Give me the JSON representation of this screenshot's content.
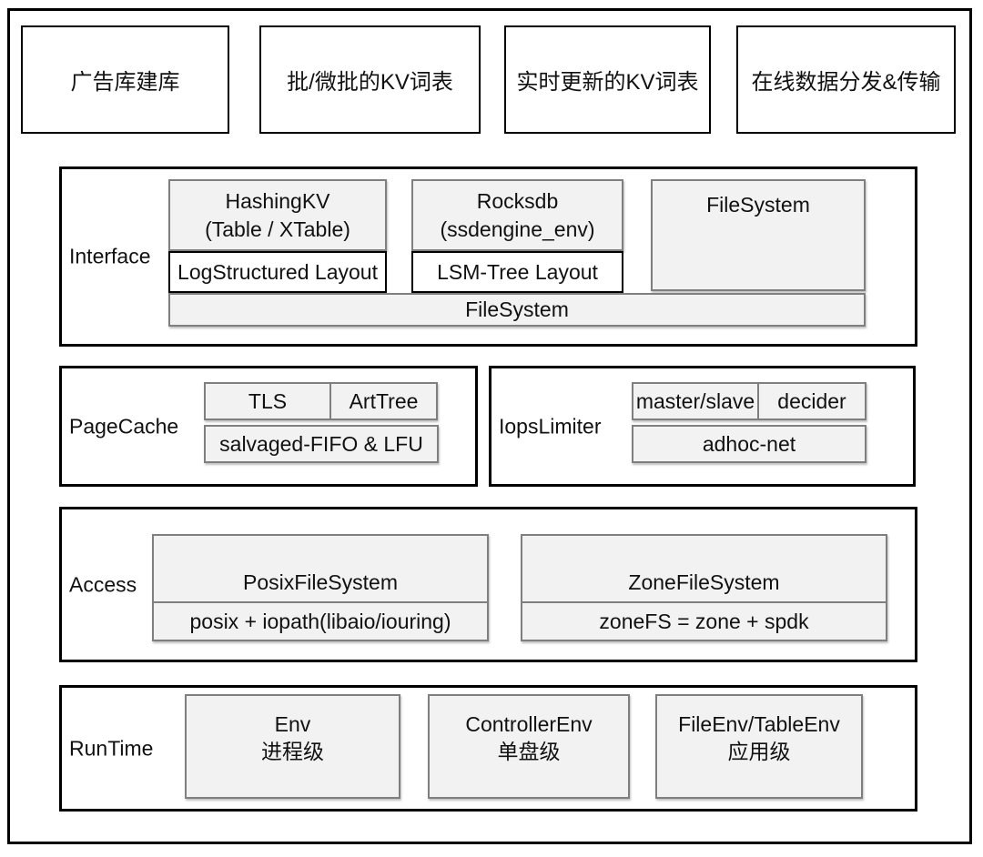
{
  "top_boxes": [
    {
      "label": "广告库建库"
    },
    {
      "label": "批/微批的KV词表"
    },
    {
      "label": "实时更新的KV词表"
    },
    {
      "label": "在线数据分发&传输"
    }
  ],
  "interface": {
    "label": "Interface",
    "hashingkv": {
      "title": "HashingKV",
      "subtitle": "(Table / XTable)",
      "layout": "LogStructured Layout"
    },
    "rocksdb": {
      "title": "Rocksdb",
      "subtitle": "(ssdengine_env)",
      "layout": "LSM-Tree Layout"
    },
    "filesystem_box": "FileSystem",
    "filesystem_bar": "FileSystem"
  },
  "pagecache": {
    "label": "PageCache",
    "row1": {
      "cell1": "TLS",
      "cell2": "ArtTree"
    },
    "row2": "salvaged-FIFO & LFU"
  },
  "iopslimiter": {
    "label": "IopsLimiter",
    "row1": {
      "cell1": "master/slave",
      "cell2": "decider"
    },
    "row2": "adhoc-net"
  },
  "access": {
    "label": "Access",
    "posix": {
      "title": "PosixFileSystem",
      "detail": "posix + iopath(libaio/iouring)"
    },
    "zone": {
      "title": "ZoneFileSystem",
      "detail": "zoneFS = zone + spdk"
    }
  },
  "runtime": {
    "label": "RunTime",
    "boxes": [
      {
        "title": "Env",
        "subtitle": "进程级"
      },
      {
        "title": "ControllerEnv",
        "subtitle": "单盘级"
      },
      {
        "title": "FileEnv/TableEnv",
        "subtitle": "应用级"
      }
    ]
  },
  "colors": {
    "box_fill": "#f2f2f2",
    "box_border": "#7f7f7f",
    "frame_border": "#000000",
    "background": "#ffffff"
  }
}
